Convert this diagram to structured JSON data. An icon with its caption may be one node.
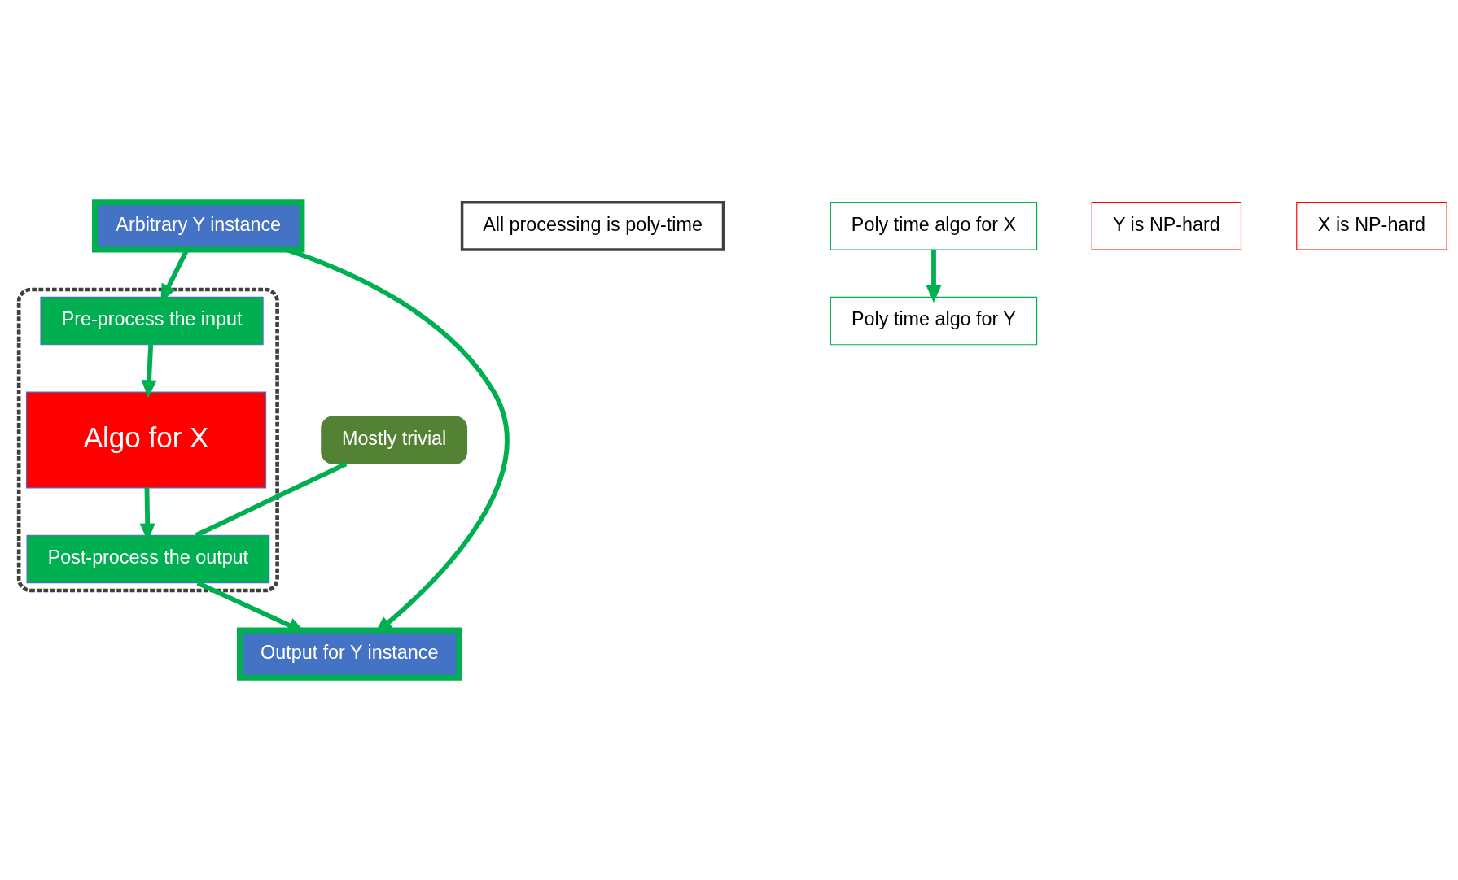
{
  "diagram": {
    "nodes": [
      {
        "text": [
          "Arbitrary Y instance"
        ]
      },
      {
        "text": [],
        "shape": "cloud"
      },
      {
        "text": [
          "Pre-process the input"
        ],
        "in": 1
      },
      {
        "text": [
          "Algo for X"
        ],
        "in": 1
      },
      {
        "text": [
          "Post-process the output"
        ],
        "in": 1
      },
      {
        "text": [
          "Output for Y instance"
        ]
      },
      {
        "text": [
          "All processing is poly-time"
        ]
      },
      {
        "text": [
          "Mostly trivial"
        ]
      },
      {
        "text": [
          "Poly time algo for X"
        ]
      },
      {
        "text": [
          "Y is NP-hard"
        ]
      },
      {
        "text": [
          "Poly time algo for Y"
        ]
      },
      {
        "text": [
          "X is NP-hard"
        ]
      }
    ],
    "edges": [
      {
        "from": 0,
        "to": 2,
        "arrow": "to"
      },
      {
        "from": 2,
        "to": 3,
        "arrow": "to"
      },
      {
        "from": 3,
        "to": 4,
        "arrow": "to"
      },
      {
        "from": 4,
        "to": 5,
        "arrow": "to"
      },
      {
        "from": 0,
        "to": 5,
        "arrow": "to"
      },
      {
        "from": 7,
        "to": 4,
        "arrow": "none"
      },
      {
        "from": 8,
        "to": 10,
        "arrow": "to"
      }
    ]
  }
}
